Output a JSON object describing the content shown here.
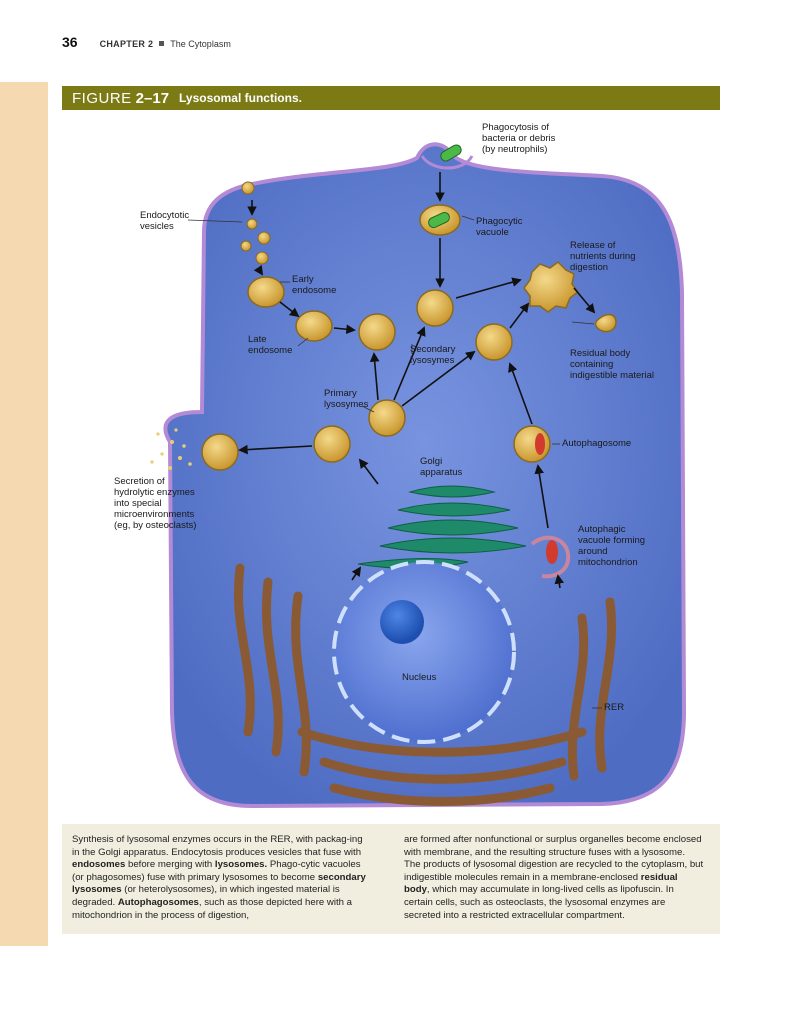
{
  "running_head": {
    "page_number": "36",
    "chapter_label": "CHAPTER 2",
    "chapter_title": "The Cytoplasm"
  },
  "figure": {
    "label": "FIGURE",
    "number": "2–17",
    "title": "Lysosomal functions."
  },
  "labels": {
    "phagocytosis": "Phagocytosis of\nbacteria or debris\n(by neutrophils)",
    "endocytotic_vesicles": "Endocytotic\nvesicles",
    "phagocytic_vacuole": "Phagocytic\nvacuole",
    "release_nutrients": "Release of\nnutrients during\ndigestion",
    "early_endosome": "Early\nendosome",
    "late_endosome": "Late\nendosome",
    "secondary_lysosymes": "Secondary\nlysosymes",
    "residual_body": "Residual body\ncontaining\nindigestible material",
    "primary_lysosymes": "Primary\nlysosymes",
    "autophagosome": "Autophagosome",
    "golgi": "Golgi\napparatus",
    "secretion": "Secretion of\nhydrolytic enzymes\ninto special\nmicroenvironments\n(eg, by osteoclasts)",
    "autophagic_vacuole": "Autophagic\nvacuole forming\naround\nmitochondrion",
    "nucleus": "Nucleus",
    "rer": "RER"
  },
  "caption": {
    "left": [
      {
        "t": "Synthesis of lysosomal enzymes occurs in the RER, with packag-ing in the Golgi apparatus. Endocytosis produces vesicles that fuse with "
      },
      {
        "t": "endosomes",
        "b": true
      },
      {
        "t": " before merging with "
      },
      {
        "t": "lysosomes.",
        "b": true
      },
      {
        "t": " Phago-cytic vacuoles (or phagosomes) fuse with primary lysosomes to become "
      },
      {
        "t": "secondary lysosomes",
        "b": true
      },
      {
        "t": " (or heterolysosomes), in which ingested material is degraded. "
      },
      {
        "t": "Autophagosomes",
        "b": true
      },
      {
        "t": ", such as those depicted here with a mitochondrion in the process of digestion,"
      }
    ],
    "right": [
      {
        "t": "are formed after nonfunctional or surplus organelles become enclosed with membrane, and the resulting structure fuses with a lysosome. The products of lysosomal digestion are recycled to the cytoplasm, but indigestible molecules remain in a membrane-enclosed "
      },
      {
        "t": "residual body",
        "b": true
      },
      {
        "t": ", which may accumulate in long-lived cells as lipofuscin. In certain cells, such as osteoclasts, the lysosomal enzymes are secreted into a restricted extracellular compartment."
      }
    ]
  },
  "colors": {
    "banner": "#7c7a14",
    "side_strip": "#f5d9b0",
    "cytoplasm": "#5a78cc",
    "membrane": "#b38ad6",
    "lysosome": "#e0b34a",
    "golgi": "#1f8a6a",
    "rer": "#8a5a34",
    "nucleus": "#6f8fe0",
    "caption_bg": "#f1eedf"
  }
}
